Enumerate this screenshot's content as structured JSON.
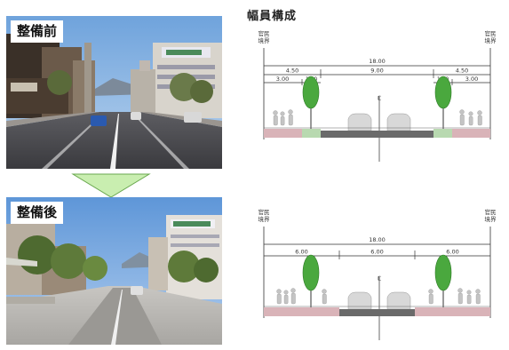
{
  "before": {
    "photo_label": "整備前",
    "boundary_left": [
      "官民",
      "境界"
    ],
    "boundary_right": [
      "官民",
      "境界"
    ],
    "total_width": "18.00",
    "segment_left": "4.50",
    "segment_center": "9.00",
    "segment_right": "4.50",
    "sidewalk_left": "3.00",
    "planting_left": "1.50",
    "planting_right": "1.50",
    "sidewalk_right": "3.00",
    "centerline_mark": "ℂ"
  },
  "after": {
    "photo_label": "整備後",
    "boundary_left": [
      "官民",
      "境界"
    ],
    "boundary_right": [
      "官民",
      "境界"
    ],
    "total_width": "18.00",
    "segment_left": "6.00",
    "segment_center": "6.00",
    "segment_right": "6.00",
    "centerline_mark": "ℂ"
  },
  "heading": "幅員構成",
  "colors": {
    "sidewalk": "#d9b3b8",
    "planting": "#b8d9b0",
    "carriageway": "#6a6a6a",
    "tree": "#4aa83e",
    "arrow": "#c9eeb0"
  }
}
